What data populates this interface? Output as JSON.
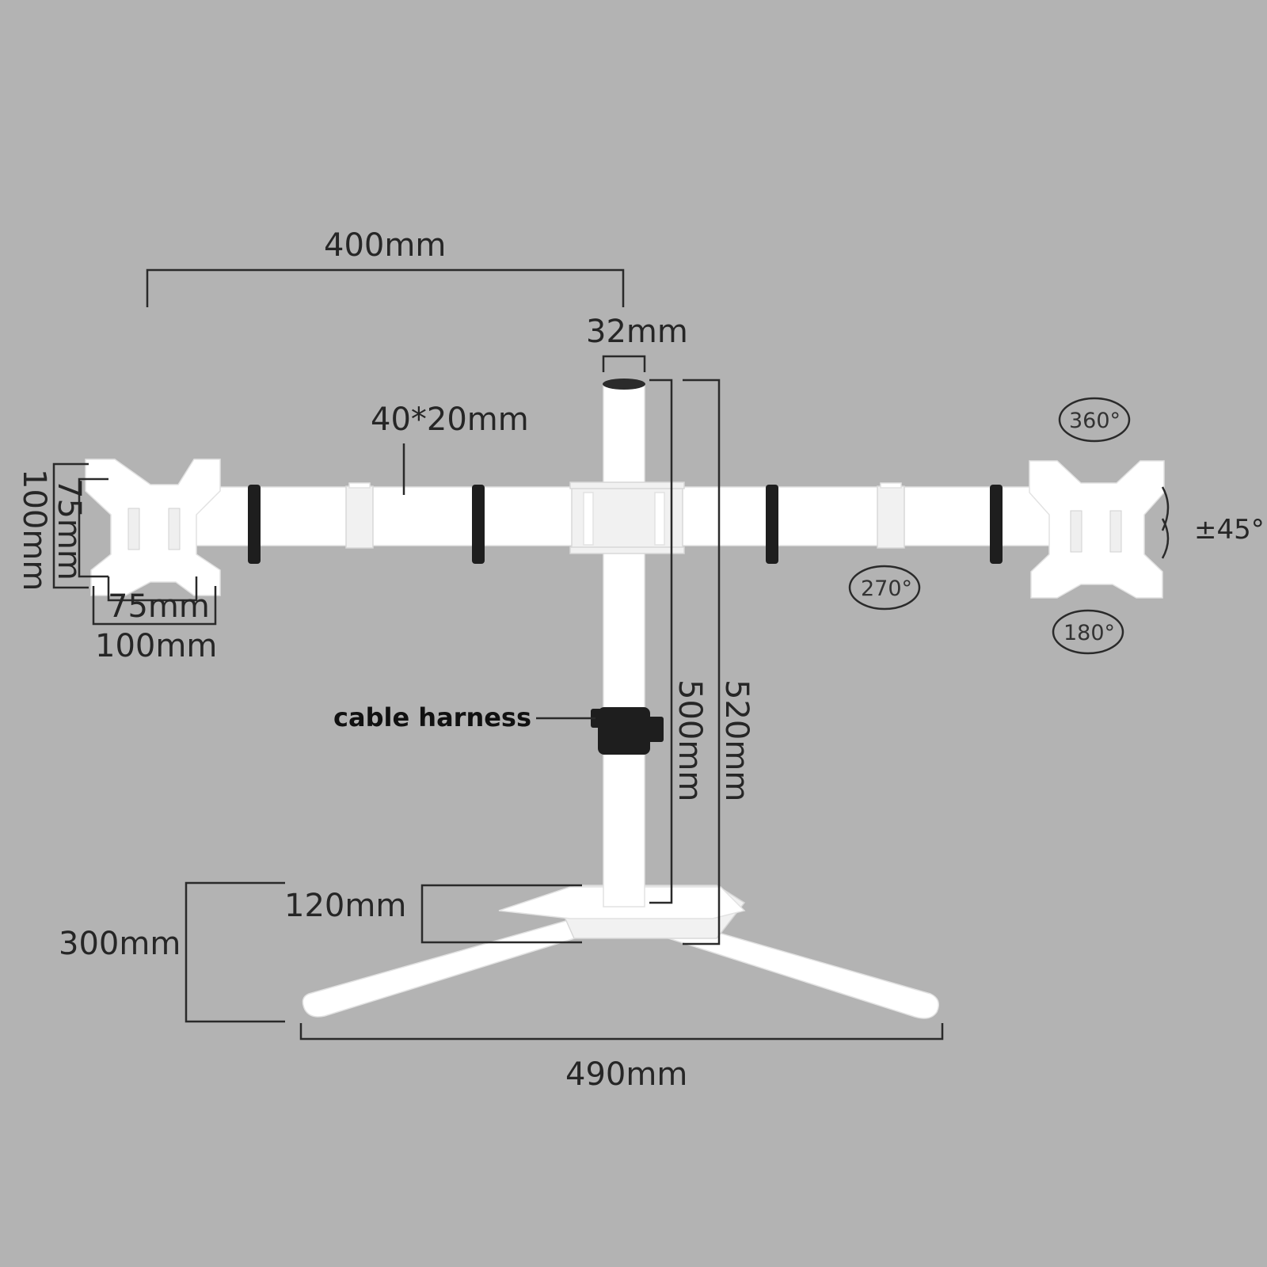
{
  "colors": {
    "background": "#b3b3b3",
    "stand": "#ffffff",
    "clips": "#1e1e1e",
    "text": "#262626"
  },
  "dimensions": {
    "arm_length": "400mm",
    "pole_diameter": "32mm",
    "arm_profile": "40*20mm",
    "vesa_height_large": "100mm",
    "vesa_height_small": "75mm",
    "vesa_width_small": "75mm",
    "vesa_width_large": "100mm",
    "pole_height": "500mm",
    "total_height": "520mm",
    "base_plate": "120mm",
    "base_depth": "300mm",
    "base_width": "490mm"
  },
  "rotations": {
    "swivel": "360°",
    "tilt": "±45°",
    "arm_rotation": "270°",
    "pivot": "180°"
  },
  "callouts": {
    "cable_harness": "cable harness"
  }
}
